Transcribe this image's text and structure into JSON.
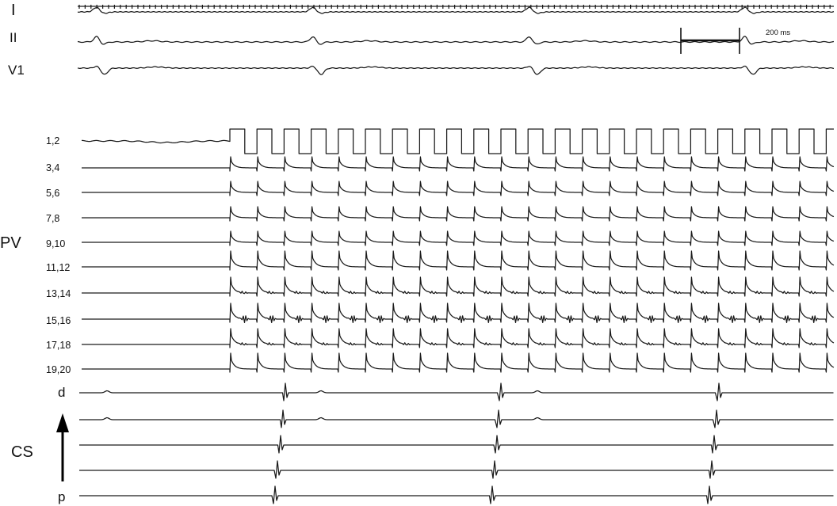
{
  "surface": {
    "leads": [
      "I",
      "II",
      "V1"
    ],
    "scale_label": "200 ms"
  },
  "pv": {
    "group_label": "PV",
    "channels": [
      "1,2",
      "3,4",
      "5,6",
      "7,8",
      "9,10",
      "11,12",
      "13,14",
      "15,16",
      "17,18",
      "19,20"
    ]
  },
  "cs": {
    "group_label": "CS",
    "distal_label": "d",
    "proximal_label": "p",
    "arrow_icon": "arrow-up-icon"
  },
  "colors": {
    "trace": "#1a1a1a",
    "background": "#ffffff"
  }
}
